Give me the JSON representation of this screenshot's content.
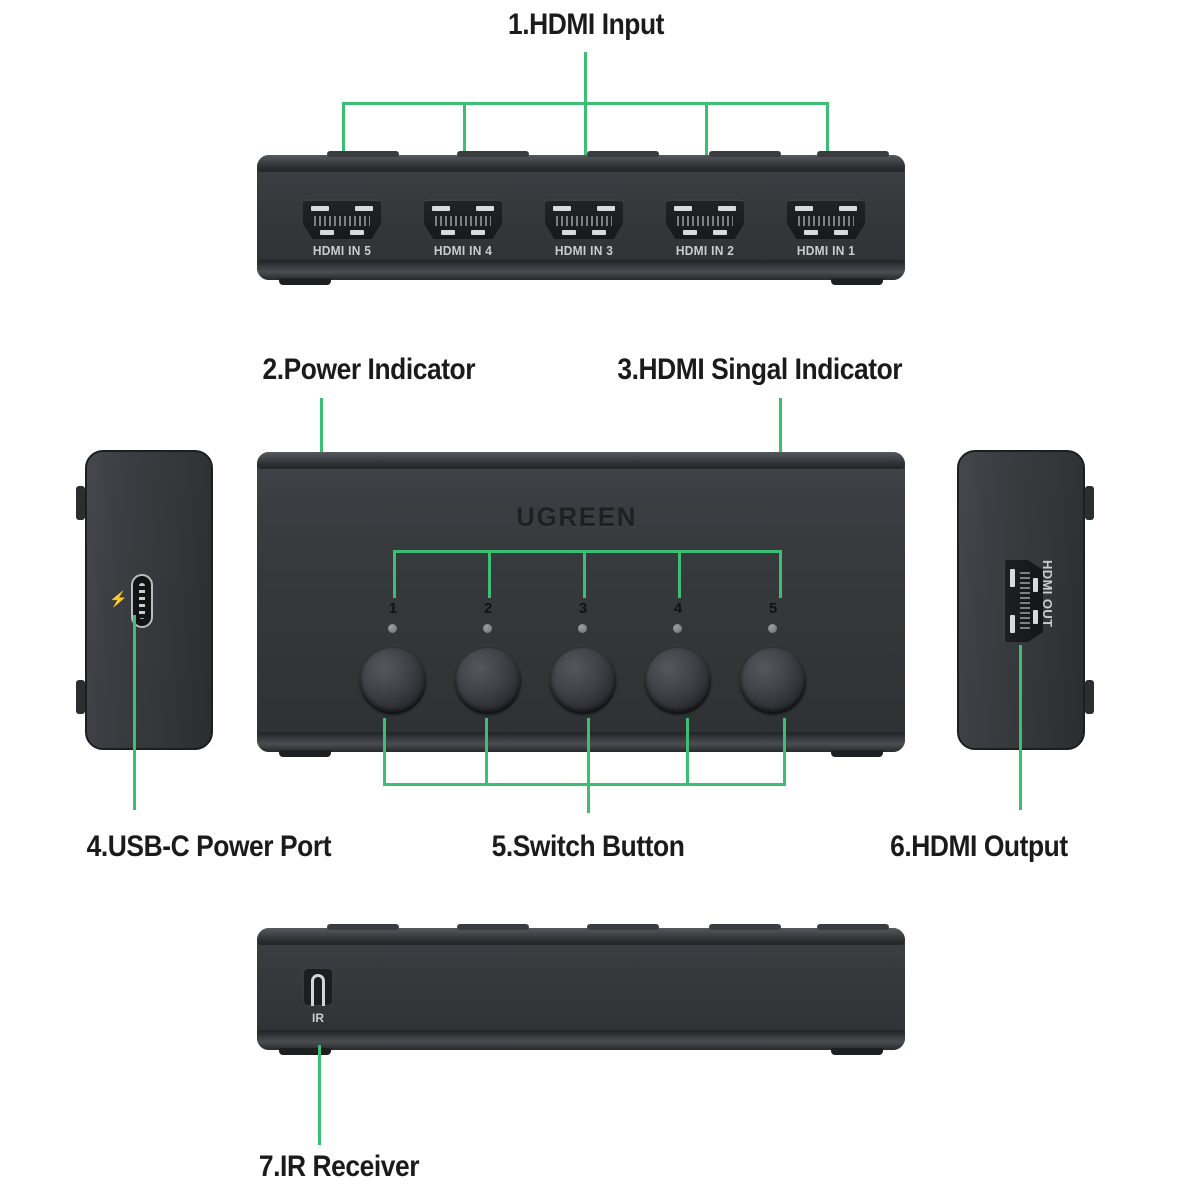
{
  "theme": {
    "accent_green": "#3cbf72",
    "label_color": "#1b1b1b",
    "device_body": "#3a3d41"
  },
  "callouts": [
    {
      "id": 1,
      "label": "1.HDMI Input"
    },
    {
      "id": 2,
      "label": "2.Power Indicator"
    },
    {
      "id": 3,
      "label": "3.HDMI Singal Indicator"
    },
    {
      "id": 4,
      "label": "4.USB-C Power Port"
    },
    {
      "id": 5,
      "label": "5.Switch Button"
    },
    {
      "id": 6,
      "label": "6.HDMI Output"
    },
    {
      "id": 7,
      "label": "7.IR Receiver"
    }
  ],
  "rear_panel": {
    "ports": [
      {
        "label": "HDMI IN 5"
      },
      {
        "label": "HDMI IN 4"
      },
      {
        "label": "HDMI IN 3"
      },
      {
        "label": "HDMI IN 2"
      },
      {
        "label": "HDMI IN 1"
      }
    ]
  },
  "front_panel": {
    "brand": "UGREEN",
    "power_icon": "power-symbol",
    "channels": [
      {
        "number": "1"
      },
      {
        "number": "2"
      },
      {
        "number": "3"
      },
      {
        "number": "4"
      },
      {
        "number": "5"
      }
    ]
  },
  "left_panel": {
    "port_icon": "usb-c-port",
    "charge_icon": "⚡"
  },
  "right_panel": {
    "port_label": "HDMI OUT"
  },
  "bottom_panel": {
    "ir_label": "IR",
    "ir_icon": "ir-receiver-window"
  }
}
